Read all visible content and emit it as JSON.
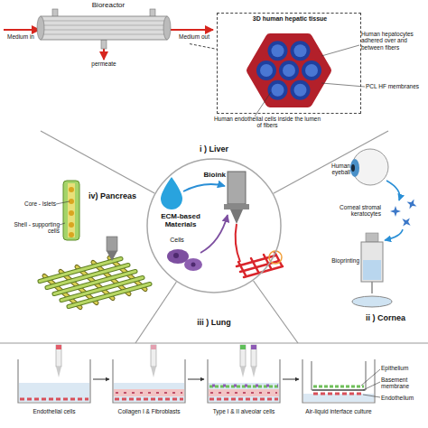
{
  "diagram": {
    "nodes": [
      {
        "text": [
          "Bioreactor"
        ]
      },
      {
        "text": [
          "3D human hepatic tissue"
        ]
      },
      {
        "text": [
          "ECM-based Materials",
          "Cells",
          "Bioink"
        ]
      }
    ],
    "edges": [
      {
        "from": 0,
        "to": 1,
        "arrow": "none"
      }
    ],
    "labels": [
      "Medium in",
      "Medium out",
      "permeate",
      "Human hepatocytes adhered over and between fibers",
      "PCL HF membranes",
      "Human endothelial cells inside the lumen of fibers",
      "i ) Liver",
      "iv) Pancreas",
      "Core - Islets",
      "Shell - supporting cells",
      "Human eyeball",
      "Corneal stromal keratocytes",
      "Bioprinting",
      "ii ) Cornea",
      "iii ) Lung",
      "Endothelial cells",
      "Collagen I & Fibroblasts",
      "Type I & II alveolar cells",
      "Air-liquid interface culture",
      "Epithelium",
      "Basement membrane",
      "Endothelium"
    ]
  }
}
